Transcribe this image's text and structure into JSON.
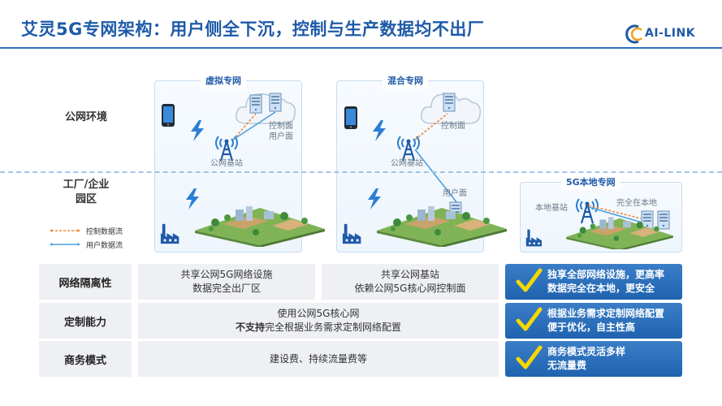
{
  "title": "艾灵5G专网架构：用户侧全下沉，控制与生产数据均不出厂",
  "logo": {
    "text": "AI-LINK"
  },
  "zones": {
    "public": "公网环境",
    "factory_line1": "工厂/企业",
    "factory_line2": "园区"
  },
  "panels": [
    {
      "tag": "虚拟专网",
      "base_station": "公网基站",
      "cloud_labels": [
        "控制面",
        "用户面"
      ]
    },
    {
      "tag": "混合专网",
      "base_station": "公网基站",
      "cloud_labels": [
        "控制面"
      ],
      "upf_label": "用户面"
    },
    {
      "tag": "5G本地专网",
      "base_station": "本地基站",
      "core_label": "完全在本地"
    }
  ],
  "legend": [
    {
      "label": "控制数据流",
      "color": "#f08a3a"
    },
    {
      "label": "用户数据流",
      "color": "#4aa0e0"
    }
  ],
  "table": {
    "rows": [
      {
        "label": "网络隔离性",
        "cells": [
          [
            "共享公网5G网络设施",
            "数据完全出厂区"
          ],
          [
            "共享公网基站",
            "依赖公网5G核心网控制面"
          ]
        ],
        "highlight": [
          "独享全部网络设施，更高率",
          "数据完全在本地，更安全"
        ]
      },
      {
        "label": "定制能力",
        "cells": [
          [
            "使用公网5G核心网"
          ]
        ],
        "cell_bold": "不支持",
        "cell_rest": "完全根据业务需求定制网络配置",
        "highlight": [
          "根据业务需求定制网络配置",
          "便于优化，自主性高"
        ]
      },
      {
        "label": "商务模式",
        "cells": [
          [
            "建设费、持续流量费等"
          ]
        ],
        "highlight": [
          "商务模式灵活多样",
          "无流量费"
        ]
      }
    ]
  },
  "colors": {
    "brand": "#1e5aa8",
    "highlight": "#2a70bd",
    "check": "#f5d800"
  }
}
